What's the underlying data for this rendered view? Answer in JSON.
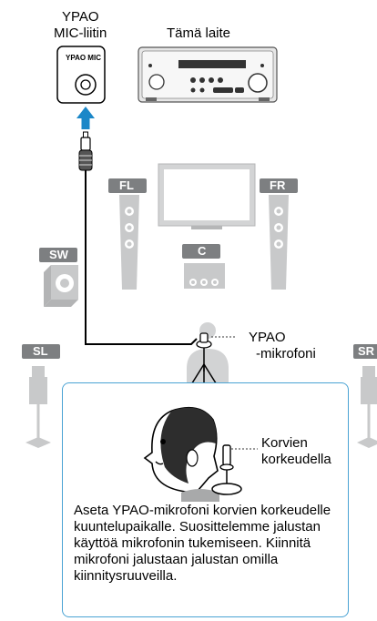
{
  "labels": {
    "ypao_mic_jack": [
      "YPAO",
      "MIC-liitin"
    ],
    "this_unit": "Tämä laite",
    "ypao_mic_panel": "YPAO MIC",
    "microphone": [
      "YPAO",
      "-mikrofoni"
    ],
    "ear_height": [
      "Korvien",
      "korkeudella"
    ]
  },
  "speakers": {
    "fl": "FL",
    "fr": "FR",
    "sw": "SW",
    "c": "C",
    "sl": "SL",
    "sr": "SR"
  },
  "instruction": "Aseta YPAO-mikrofoni korvien korkeudelle kuuntelupaikalle. Suosittelemme jalustan käyttöä mikrofonin tukemiseen. Kiinnitä mikrofoni jalustaan jalustan omilla kiinnitysruuveilla.",
  "colors": {
    "speaker_gray": "#c8c9ca",
    "tag_gray": "#7d7f81",
    "arrow_blue": "#1b87c8",
    "callout_border": "#4aa3d4"
  }
}
